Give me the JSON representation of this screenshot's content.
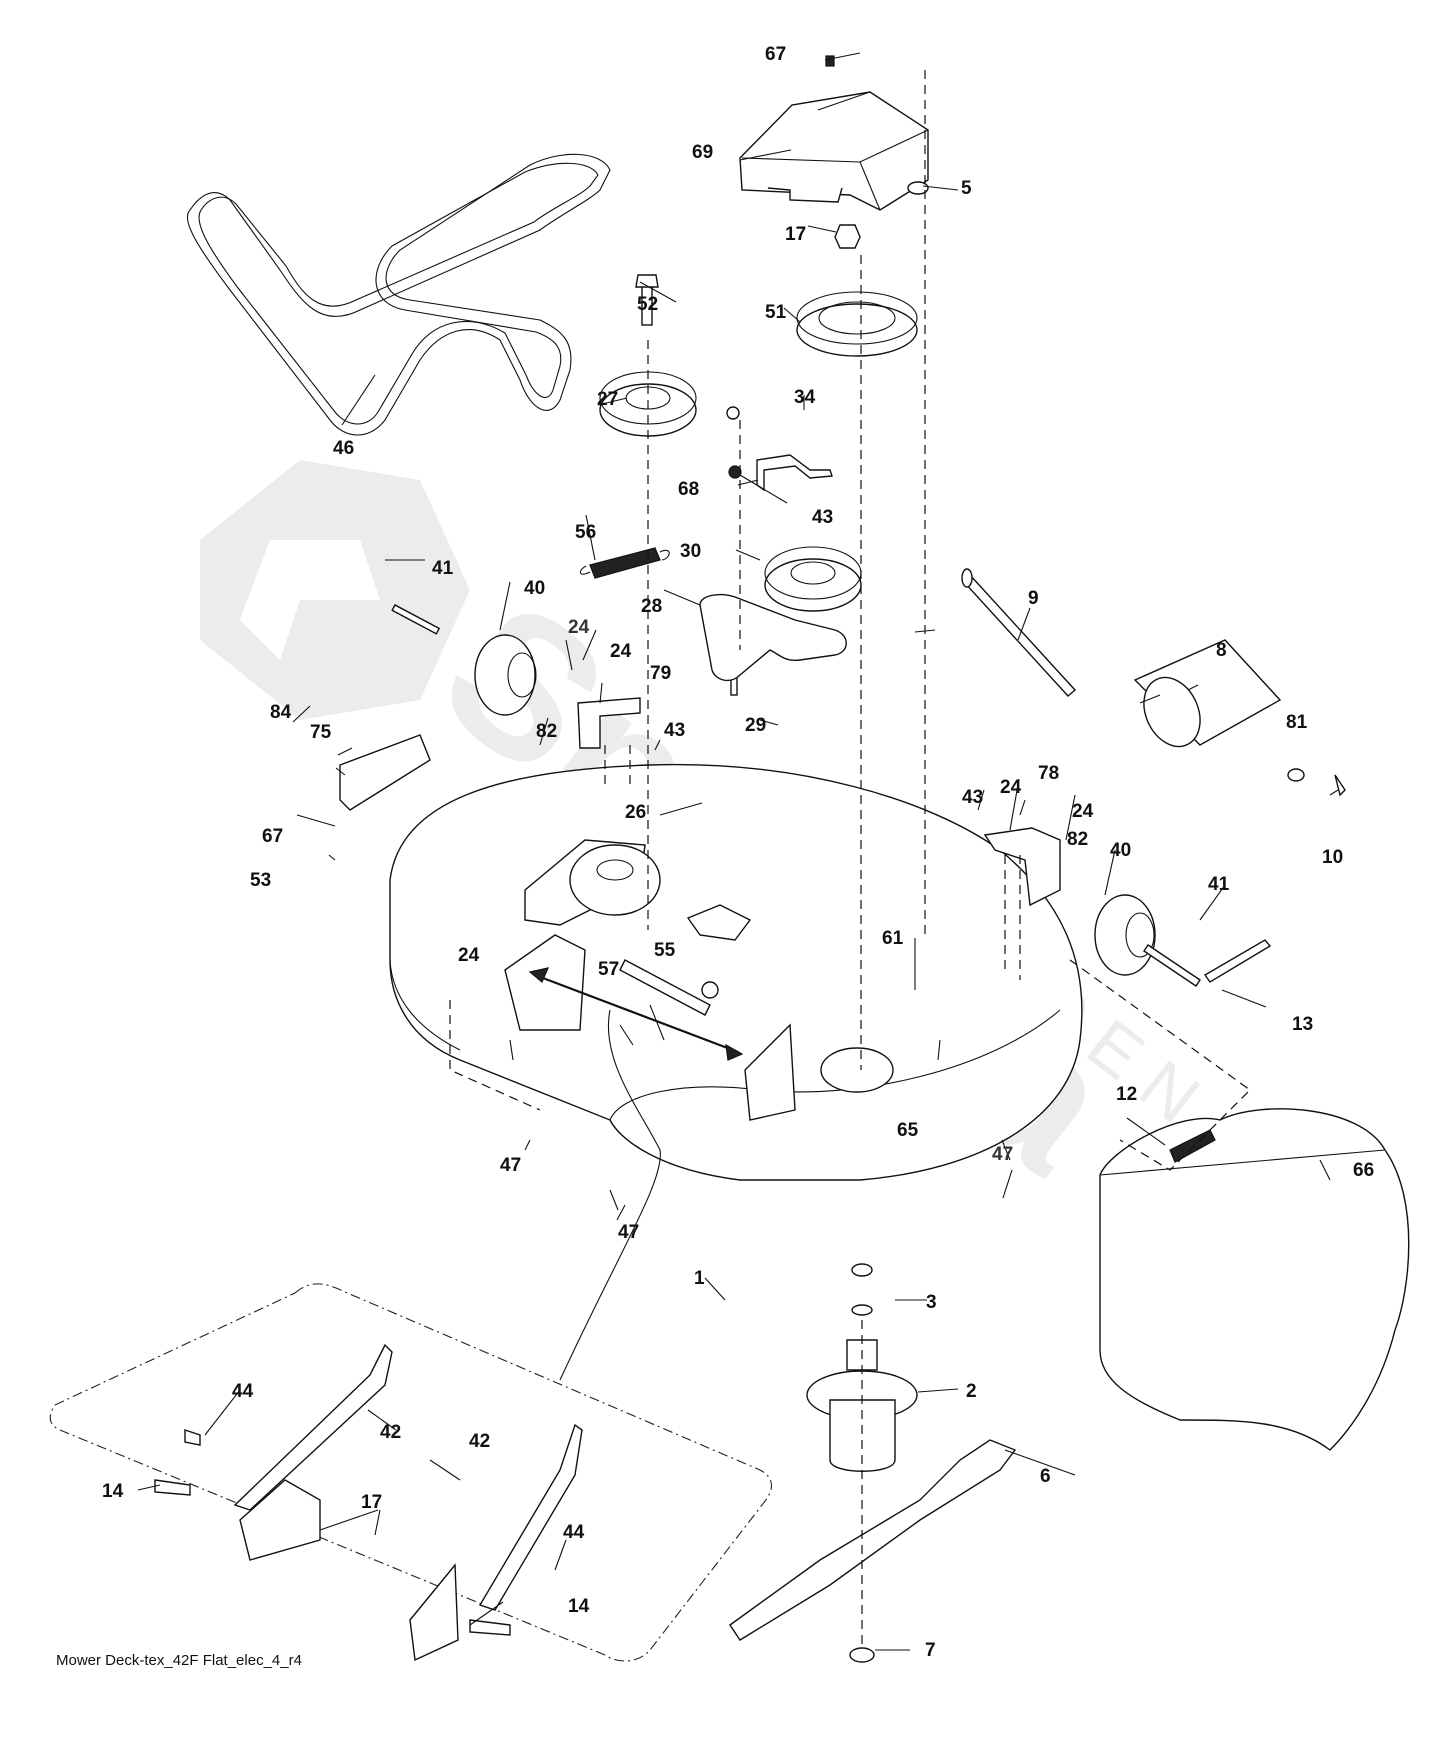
{
  "diagram": {
    "title": "Mower Deck-tex_42F Flat_elec_4_r4",
    "watermark": {
      "brand": "Spareka",
      "sub": "GARDEN",
      "color": "#ececec"
    },
    "parts": [
      {
        "ref": "1",
        "name": "mower-deck"
      },
      {
        "ref": "2",
        "name": "spindle-assembly"
      },
      {
        "ref": "3",
        "name": "washer"
      },
      {
        "ref": "5",
        "name": "nut"
      },
      {
        "ref": "6",
        "name": "blade"
      },
      {
        "ref": "7",
        "name": "blade-bolt"
      },
      {
        "ref": "8",
        "name": "roller"
      },
      {
        "ref": "9",
        "name": "roller-shaft"
      },
      {
        "ref": "10",
        "name": "clip"
      },
      {
        "ref": "12",
        "name": "spring"
      },
      {
        "ref": "13",
        "name": "rod"
      },
      {
        "ref": "14",
        "name": "bolt"
      },
      {
        "ref": "17",
        "name": "nut"
      },
      {
        "ref": "24",
        "name": "nut"
      },
      {
        "ref": "26",
        "name": "washer"
      },
      {
        "ref": "27",
        "name": "idler-pulley"
      },
      {
        "ref": "28",
        "name": "idler-arm"
      },
      {
        "ref": "29",
        "name": "bolt"
      },
      {
        "ref": "30",
        "name": "idler-pulley"
      },
      {
        "ref": "34",
        "name": "nut"
      },
      {
        "ref": "40",
        "name": "gauge-wheel"
      },
      {
        "ref": "41",
        "name": "wheel-bolt"
      },
      {
        "ref": "42",
        "name": "hanger-arm"
      },
      {
        "ref": "43",
        "name": "nut"
      },
      {
        "ref": "44",
        "name": "bolt"
      },
      {
        "ref": "46",
        "name": "belt"
      },
      {
        "ref": "47",
        "name": "screw"
      },
      {
        "ref": "51",
        "name": "spindle-pulley"
      },
      {
        "ref": "52",
        "name": "bolt"
      },
      {
        "ref": "53",
        "name": "fitting"
      },
      {
        "ref": "55",
        "name": "link"
      },
      {
        "ref": "56",
        "name": "spring"
      },
      {
        "ref": "57",
        "name": "nut"
      },
      {
        "ref": "61",
        "name": "bolt"
      },
      {
        "ref": "65",
        "name": "washer"
      },
      {
        "ref": "66",
        "name": "discharge-chute"
      },
      {
        "ref": "67",
        "name": "screw"
      },
      {
        "ref": "68",
        "name": "belt-keeper"
      },
      {
        "ref": "69",
        "name": "pulley-cover"
      },
      {
        "ref": "75",
        "name": "bracket"
      },
      {
        "ref": "78",
        "name": "wheel-bracket-right"
      },
      {
        "ref": "79",
        "name": "wheel-bracket-left"
      },
      {
        "ref": "81",
        "name": "washer"
      },
      {
        "ref": "82",
        "name": "washer"
      },
      {
        "ref": "84",
        "name": "nut"
      }
    ],
    "callouts": {
      "c67a": "67",
      "c69": "69",
      "c5": "5",
      "c17a": "17",
      "c52": "52",
      "c51": "51",
      "c27": "27",
      "c34": "34",
      "c46": "46",
      "c68": "68",
      "c43a": "43",
      "c56": "56",
      "c30": "30",
      "c41a": "41",
      "c40a": "40",
      "c28": "28",
      "c9": "9",
      "c8": "8",
      "c24a": "24",
      "c24b": "24",
      "c79": "79",
      "c84": "84",
      "c82a": "82",
      "c43b": "43",
      "c29": "29",
      "c81": "81",
      "c75": "75",
      "c10": "10",
      "c26": "26",
      "c78": "78",
      "c43c": "43",
      "c24c": "24",
      "c24d": "24",
      "c67b": "67",
      "c82b": "82",
      "c40b": "40",
      "c53": "53",
      "c41b": "41",
      "c61": "61",
      "c24e": "24",
      "c57": "57",
      "c55": "55",
      "c13": "13",
      "c12": "12",
      "c65": "65",
      "c47a": "47",
      "c47b": "47",
      "c66": "66",
      "c47c": "47",
      "c1": "1",
      "c3": "3",
      "c2": "2",
      "c44a": "44",
      "c42a": "42",
      "c42b": "42",
      "c6": "6",
      "c14a": "14",
      "c17b": "17",
      "c44b": "44",
      "c14b": "14",
      "c7": "7"
    }
  }
}
